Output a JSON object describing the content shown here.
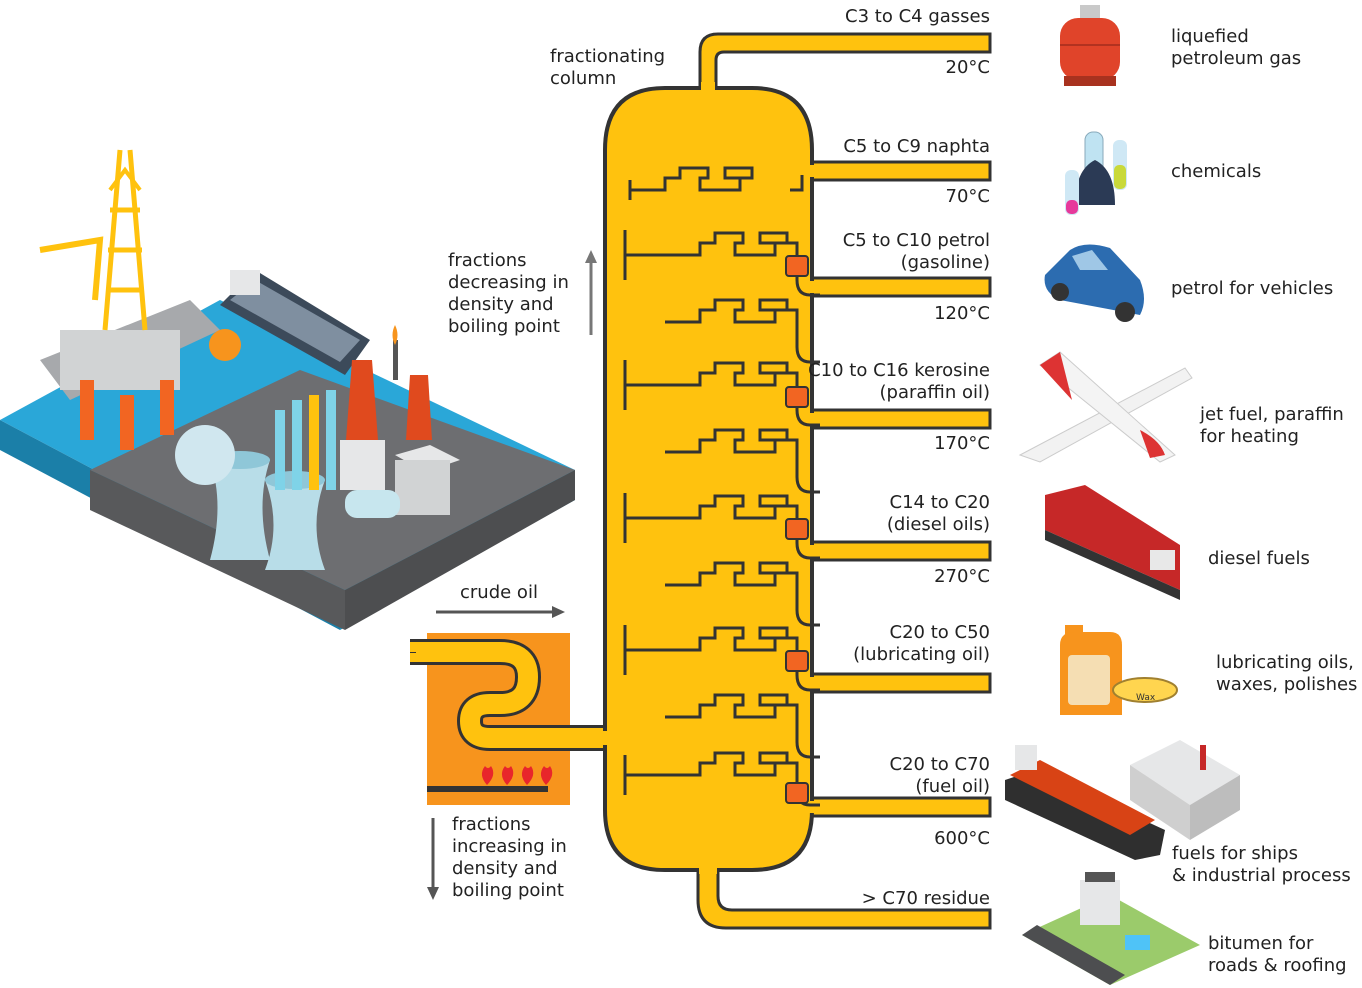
{
  "column": {
    "label_line1": "fractionating",
    "label_line2": "column"
  },
  "crude_oil": {
    "label": "crude oil"
  },
  "arrow_up": {
    "line1": "fractions",
    "line2": "decreasing in",
    "line3": "density and",
    "line4": "boiling point"
  },
  "arrow_down": {
    "line1": "fractions",
    "line2": "increasing in",
    "line3": "density and",
    "line4": "boiling point"
  },
  "fractions": [
    {
      "name": "C3 to C4 gasses",
      "temp": "20°C",
      "use_line1": "liquefied",
      "use_line2": "petroleum gas",
      "icon": "gas-cylinder-icon"
    },
    {
      "name": "C5 to C9 naphta",
      "temp": "70°C",
      "use_line1": "chemicals",
      "use_line2": "",
      "icon": "test-tubes-icon"
    },
    {
      "name": "C5 to C10 petrol",
      "name2": "(gasoline)",
      "temp": "120°C",
      "use_line1": "petrol for vehicles",
      "use_line2": "",
      "icon": "car-icon"
    },
    {
      "name": "C10 to C16 kerosine",
      "name2": "(paraffin oil)",
      "temp": "170°C",
      "use_line1": "jet fuel, paraffin",
      "use_line2": "for heating",
      "icon": "airplane-icon"
    },
    {
      "name": "C14 to C20",
      "name2": "(diesel oils)",
      "temp": "270°C",
      "use_line1": "diesel fuels",
      "use_line2": "",
      "icon": "locomotive-icon"
    },
    {
      "name": "C20 to C50",
      "name2": "(lubricating oil)",
      "temp": "",
      "use_line1": "lubricating oils,",
      "use_line2": "waxes, polishes",
      "icon": "oil-can-icon",
      "icon_text": "Wax"
    },
    {
      "name": "C20 to C70",
      "name2": "(fuel oil)",
      "temp": "600°C",
      "use_line1": "fuels for ships",
      "use_line2": "& industrial process",
      "icon": "ship-factory-icon"
    },
    {
      "name": "> C70 residue",
      "temp": "",
      "use_line1": "bitumen for",
      "use_line2": "roads & roofing",
      "icon": "house-road-icon"
    }
  ],
  "colors": {
    "column_yellow": "#FFC20E",
    "outline": "#333333",
    "furnace_orange": "#F7941D",
    "collector_orange": "#F26522",
    "flame_red": "#E8262B",
    "water_blue": "#2AA7D8",
    "ground_gray": "#6D6E71"
  },
  "illustrations": {
    "left": "oil-refinery-platform-icon"
  }
}
